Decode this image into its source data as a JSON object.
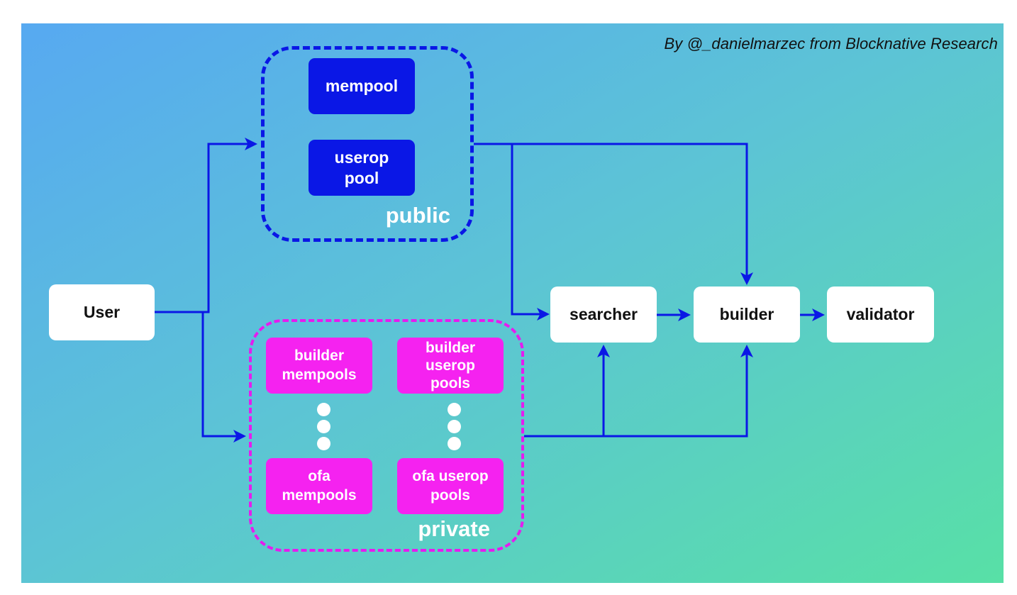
{
  "credit": "By @_danielmarzec from Blocknative Research",
  "nodes": {
    "user": "User",
    "searcher": "searcher",
    "builder": "builder",
    "validator": "validator"
  },
  "public_group": {
    "label": "public",
    "pools": {
      "mempool": "mempool",
      "userop_pool": "userop\npool"
    }
  },
  "private_group": {
    "label": "private",
    "pools": {
      "builder_mempools": "builder\nmempools",
      "builder_userop_pools": "builder\nuserop\npools",
      "ofa_mempools": "ofa\nmempools",
      "ofa_userop_pools": "ofa userop\npools"
    }
  },
  "colors": {
    "public": "#0a17e6",
    "private": "#e61bef",
    "private_pool": "#f522f0",
    "arrow": "#0a17e6"
  }
}
